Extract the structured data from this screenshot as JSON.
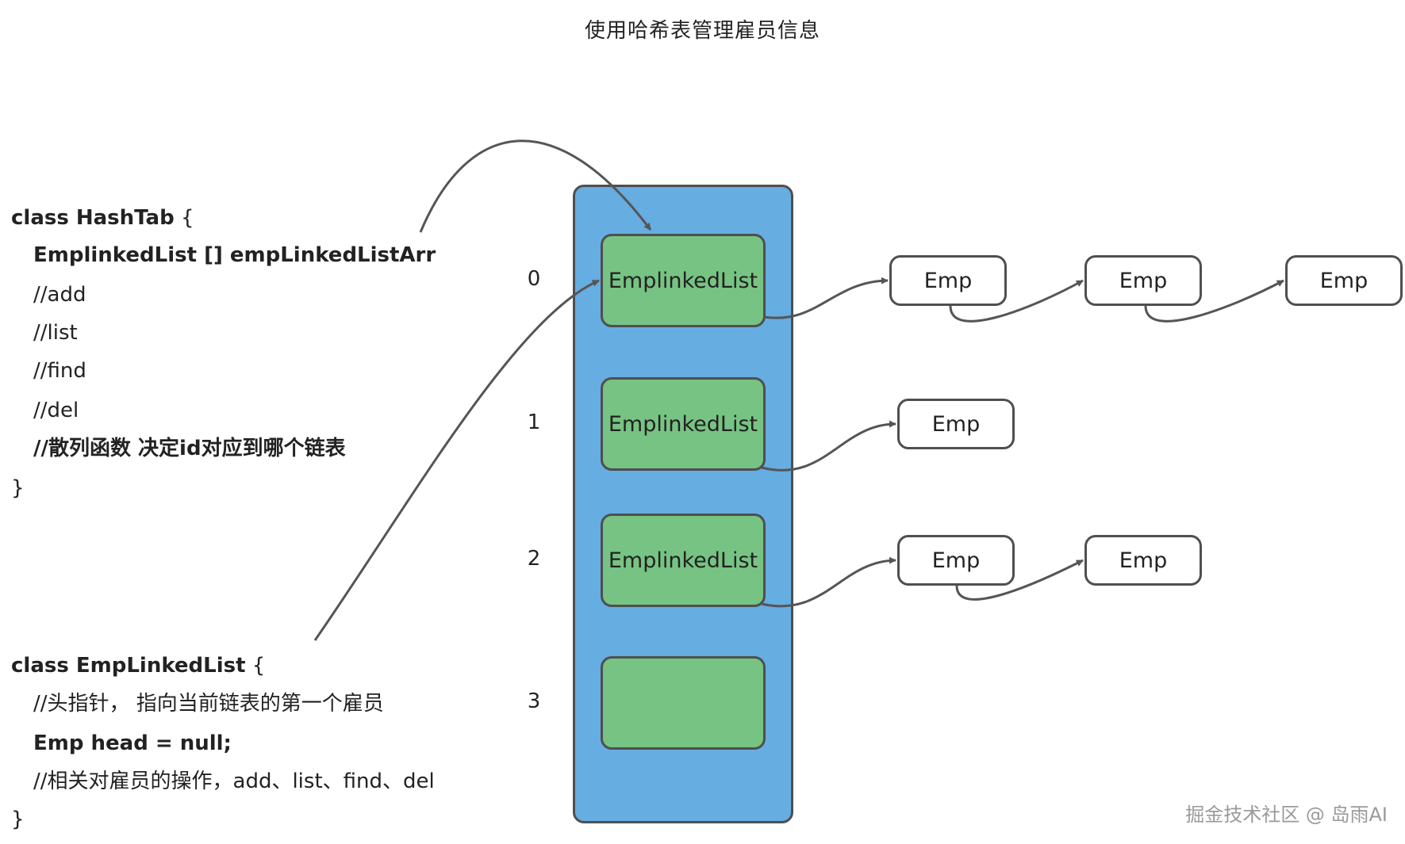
{
  "title": "使用哈希表管理雇员信息",
  "hashtab_code": {
    "line1_a": "class HashTab",
    "line1_b": " {",
    "line2": "EmplinkedList [] empLinkedListArr",
    "line3": "//add",
    "line4": "//list",
    "line5": "//find",
    "line6": "//del",
    "line7": "//散列函数 决定id对应到哪个链表",
    "line8": "}"
  },
  "emplinkedlist_code": {
    "line1_a": "class EmpLinkedList",
    "line1_b": " {",
    "line2": "//头指针， 指向当前链表的第一个雇员",
    "line3": "Emp head = null;",
    "line4": "//相关对雇员的操作，add、list、find、del",
    "line5": "}"
  },
  "indices": [
    "0",
    "1",
    "2",
    "3"
  ],
  "buckets": [
    {
      "label": "EmplinkedList"
    },
    {
      "label": "EmplinkedList"
    },
    {
      "label": "EmplinkedList"
    },
    {
      "label": ""
    }
  ],
  "emp_nodes": {
    "row0": [
      "Emp",
      "Emp",
      "Emp"
    ],
    "row1": [
      "Emp"
    ],
    "row2": [
      "Emp",
      "Emp"
    ]
  },
  "colors": {
    "array_fill": "#66ade2",
    "bucket_fill": "#77c383",
    "stroke": "#4f4f4f"
  },
  "watermark": "掘金技术社区 @ 岛雨AI"
}
